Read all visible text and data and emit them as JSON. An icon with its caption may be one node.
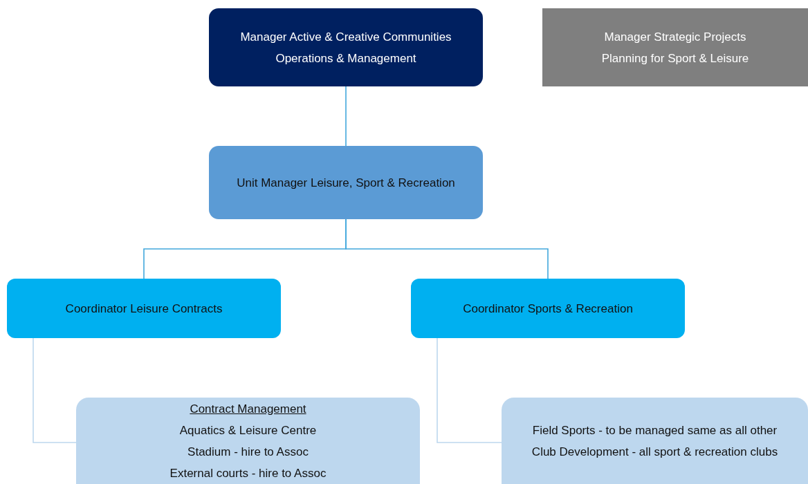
{
  "diagram": {
    "nodes": [
      {
        "text": [
          "Manager Active & Creative Communities",
          "Operations & Management"
        ]
      },
      {
        "text": [
          "Manager Strategic Projects",
          "Planning for Sport & Leisure"
        ]
      },
      {
        "text": [
          "Unit Manager Leisure, Sport & Recreation"
        ]
      },
      {
        "text": [
          "Coordinator Leisure Contracts"
        ]
      },
      {
        "text": [
          "Coordinator Sports & Recreation"
        ]
      },
      {
        "text": [
          "Contract Management",
          "Aquatics & Leisure Centre",
          "Stadium  - hire to Assoc",
          "External courts - hire to Assoc"
        ]
      },
      {
        "text": [
          "Field Sports - to be managed same as all other",
          "Club Development - all sport & recreation clubs"
        ]
      }
    ],
    "edges": [
      {
        "from": 0,
        "to": 2,
        "arrow": "none"
      },
      {
        "from": 2,
        "to": 3,
        "arrow": "none"
      },
      {
        "from": 2,
        "to": 4,
        "arrow": "none"
      },
      {
        "from": 3,
        "to": 5,
        "arrow": "none",
        "color": "#bdd7ee"
      },
      {
        "from": 4,
        "to": 6,
        "arrow": "none",
        "color": "#bdd7ee"
      }
    ]
  }
}
